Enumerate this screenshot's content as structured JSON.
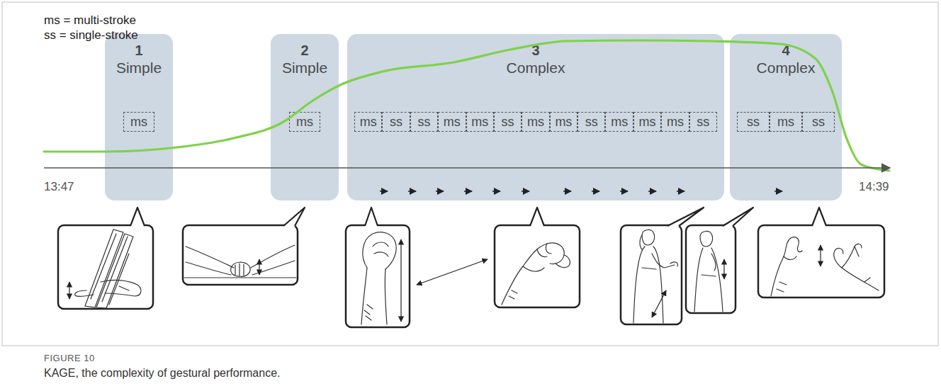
{
  "diagram": {
    "caption": "KAGE, the complexity of gestural performance.",
    "nodes": [
      {
        "text": [
          "1",
          "Simple"
        ]
      },
      {
        "text": [
          "ms"
        ],
        "in": 0
      },
      {
        "text": [
          "2",
          "Simple"
        ]
      },
      {
        "text": [
          "ms"
        ],
        "in": 2
      },
      {
        "text": [
          "3",
          "Complex"
        ]
      },
      {
        "text": [
          "ms"
        ],
        "in": 4
      },
      {
        "text": [
          "ss"
        ],
        "in": 4
      },
      {
        "text": [
          "ss"
        ],
        "in": 4
      },
      {
        "text": [
          "ms"
        ],
        "in": 4
      },
      {
        "text": [
          "ms"
        ],
        "in": 4
      },
      {
        "text": [
          "ss"
        ],
        "in": 4
      },
      {
        "text": [
          "ms"
        ],
        "in": 4
      },
      {
        "text": [
          "ms"
        ],
        "in": 4
      },
      {
        "text": [
          "ss"
        ],
        "in": 4
      },
      {
        "text": [
          "ms"
        ],
        "in": 4
      },
      {
        "text": [
          "ms"
        ],
        "in": 4
      },
      {
        "text": [
          "ms"
        ],
        "in": 4
      },
      {
        "text": [
          "ss"
        ],
        "in": 4
      },
      {
        "text": [
          "4",
          "Complex"
        ]
      },
      {
        "text": [
          "ss"
        ],
        "in": 18
      },
      {
        "text": [
          "ms"
        ],
        "in": 18
      },
      {
        "text": [
          "ss"
        ],
        "in": 18
      }
    ],
    "labels": [
      "ms = multi-stroke",
      "ss = single-stroke",
      "13:47",
      "14:39",
      "FIGURE 10"
    ]
  }
}
